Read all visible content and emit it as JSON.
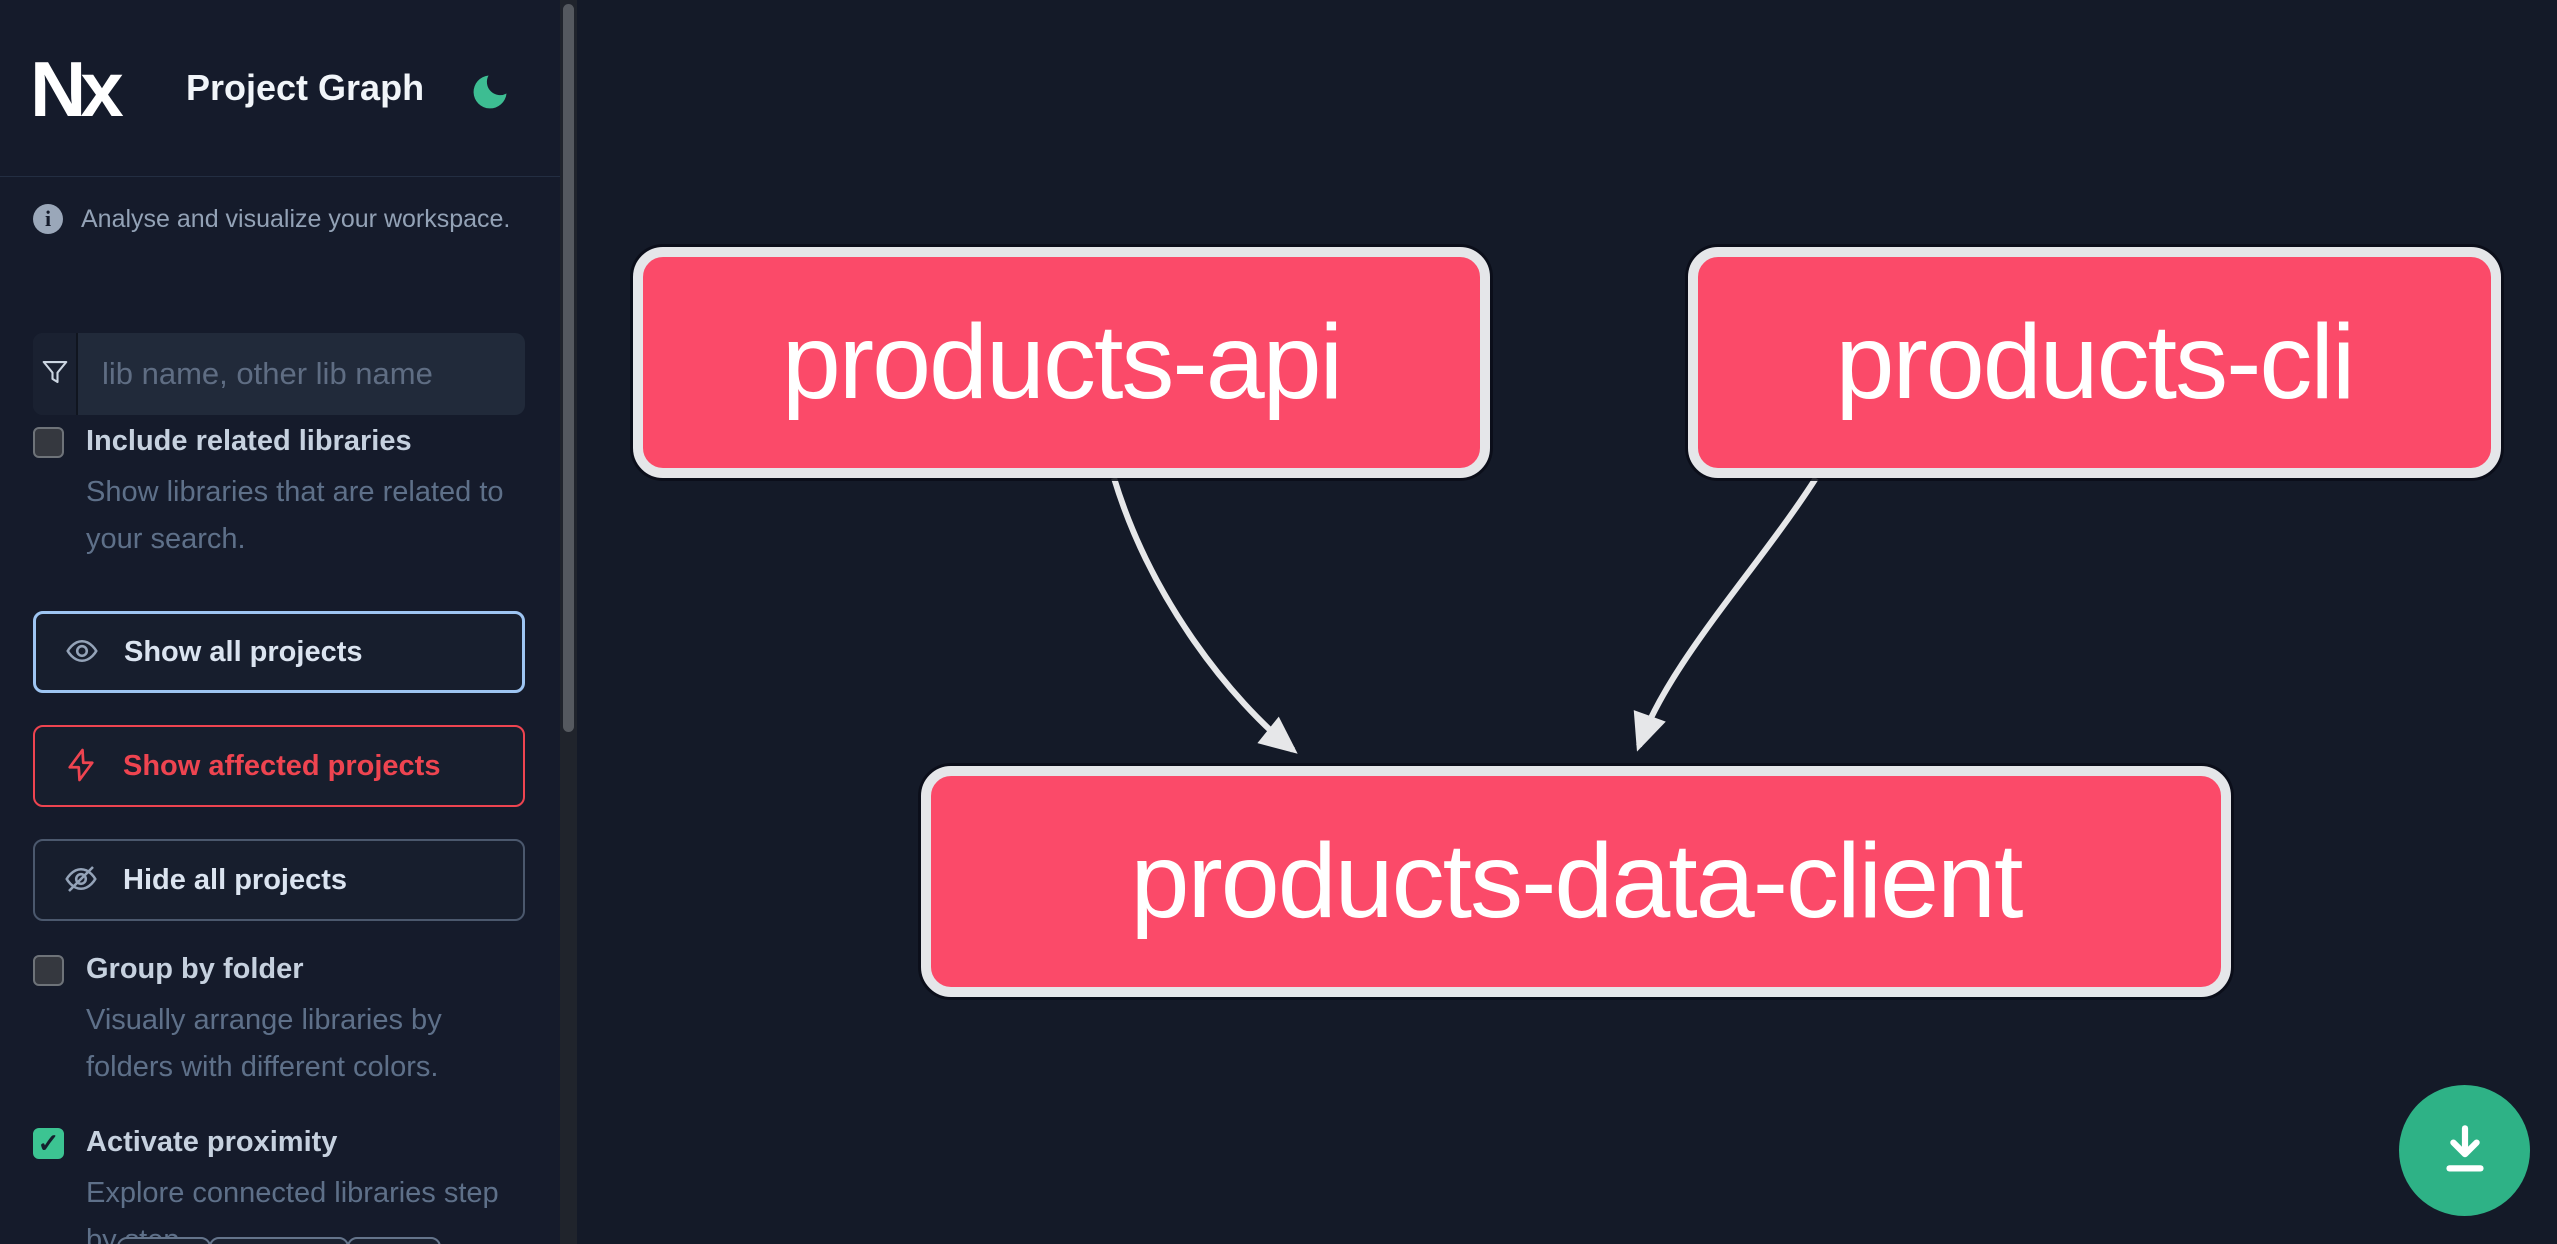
{
  "header": {
    "logo_text": "Nx",
    "title": "Project Graph",
    "theme_toggle_icon": "moon-icon"
  },
  "sidebar": {
    "tagline": "Analyse and visualize your workspace.",
    "search": {
      "icon": "funnel-filter-icon",
      "placeholder": "lib name, other lib name",
      "value": ""
    },
    "search_options": {
      "label": "Include related libraries",
      "description": "Show libraries that are related to your search.",
      "checked": false
    },
    "actions": [
      {
        "id": "show-all-projects",
        "label": "Show all projects",
        "icon": "eye-icon",
        "state": "focused"
      },
      {
        "id": "show-affected-projects",
        "label": "Show affected projects",
        "icon": "lightning-bolt-icon",
        "state": "affected"
      },
      {
        "id": "hide-all-projects",
        "label": "Hide all projects",
        "icon": "eye-off-icon",
        "state": "default"
      }
    ],
    "display_options": [
      {
        "label": "Group by folder",
        "description": "Visually arrange libraries by folders with different colors.",
        "checked": false
      },
      {
        "label": "Activate proximity",
        "description": "Explore connected libraries step by step.",
        "checked": true,
        "check_glyph": "✓"
      }
    ]
  },
  "graph": {
    "nodes": [
      {
        "id": "products-api",
        "label": "products-api"
      },
      {
        "id": "products-cli",
        "label": "products-cli"
      },
      {
        "id": "products-data-client",
        "label": "products-data-client"
      }
    ],
    "edges": [
      {
        "source": "products-api",
        "target": "products-data-client"
      },
      {
        "source": "products-cli",
        "target": "products-data-client"
      }
    ],
    "fab": {
      "icon": "download-icon",
      "action": "save graph image"
    }
  },
  "colors": {
    "sidebar_bg": "#151b2b",
    "canvas_bg": "#141a28",
    "node_fill": "#fb4a69",
    "node_border": "#e5e6e9",
    "edge": "#e6e7e9",
    "accent_green": "#2eb286",
    "moon_green": "#3dbd92",
    "checkbox_checked": "#3cc492",
    "focus_blue_border": "#9ec5f2",
    "affected_red": "#ee4450",
    "text_primary": "#f1f5f9",
    "text_label": "#c6d1df",
    "text_muted": "#5e7089"
  }
}
